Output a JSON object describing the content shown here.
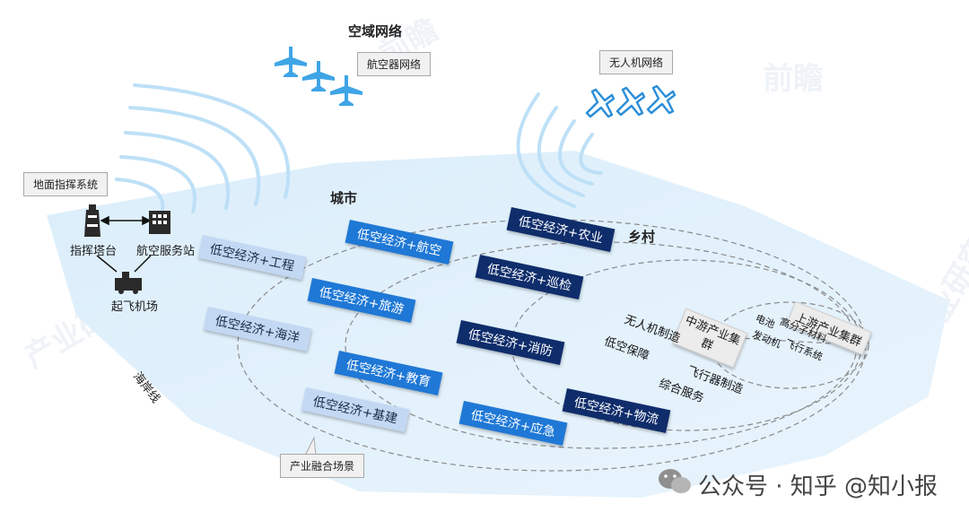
{
  "airspace": {
    "title": "空域网络",
    "aircraft_network": "航空器网络",
    "drone_network": "无人机网络"
  },
  "ground": {
    "system": "地面指挥系统",
    "tower": "指挥塔台",
    "service_station": "航空服务站",
    "airport": "起飞机场"
  },
  "areas": {
    "city": "城市",
    "village": "乡村",
    "coastline": "海岸线"
  },
  "scenes": {
    "engineering": "低空经济+工程",
    "ocean": "低空经济+海洋",
    "construction": "低空经济+基建",
    "aviation": "低空经济+航空",
    "tourism": "低空经济+旅游",
    "education": "低空经济+教育",
    "emergency": "低空经济+应急",
    "agriculture": "低空经济+农业",
    "patrol": "低空经济+巡检",
    "firefighting": "低空经济+消防",
    "logistics": "低空经济+物流"
  },
  "industry": {
    "midstream": "中游产业集群",
    "upstream": "上游产业集群",
    "mid_items": [
      "无人机制造",
      "低空保障",
      "飞行器制造",
      "综合服务"
    ],
    "up_items": [
      "电池",
      "高分子材料",
      "发动机",
      "飞行系统"
    ]
  },
  "fusion_label": "产业融合场景",
  "watermark": "公众号 · 知乎 @知小报"
}
